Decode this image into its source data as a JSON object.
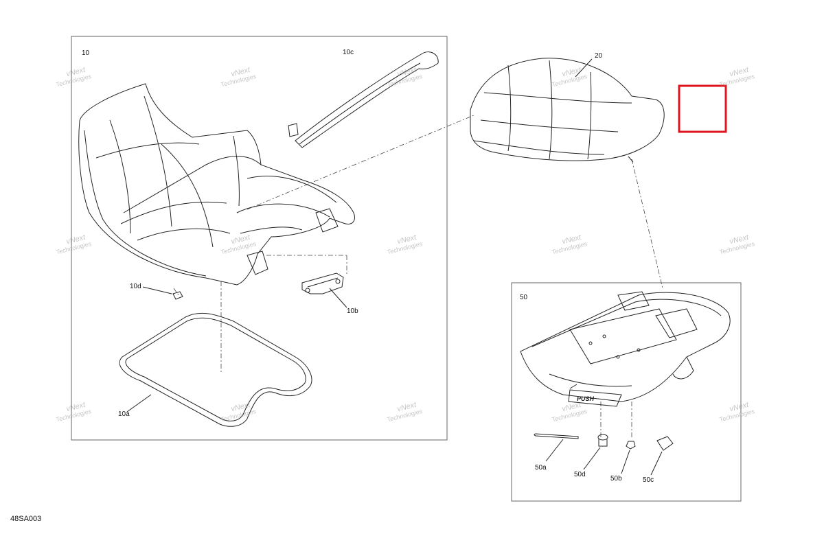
{
  "diagram": {
    "drawing_code": "48SA003",
    "watermark": {
      "line1": "vNext",
      "line2": "Technologies"
    },
    "callouts": {
      "c10": "10",
      "c10a": "10a",
      "c10b": "10b",
      "c10c": "10c",
      "c10d": "10d",
      "c20": "20",
      "c50": "50",
      "c50a": "50a",
      "c50b": "50b",
      "c50c": "50c",
      "c50d": "50d"
    },
    "colors": {
      "line": "#222222",
      "frame": "#555555",
      "highlight": "#e0141e",
      "watermark": "#9a9a9a"
    },
    "highlight_box": "red-outline-empty"
  }
}
